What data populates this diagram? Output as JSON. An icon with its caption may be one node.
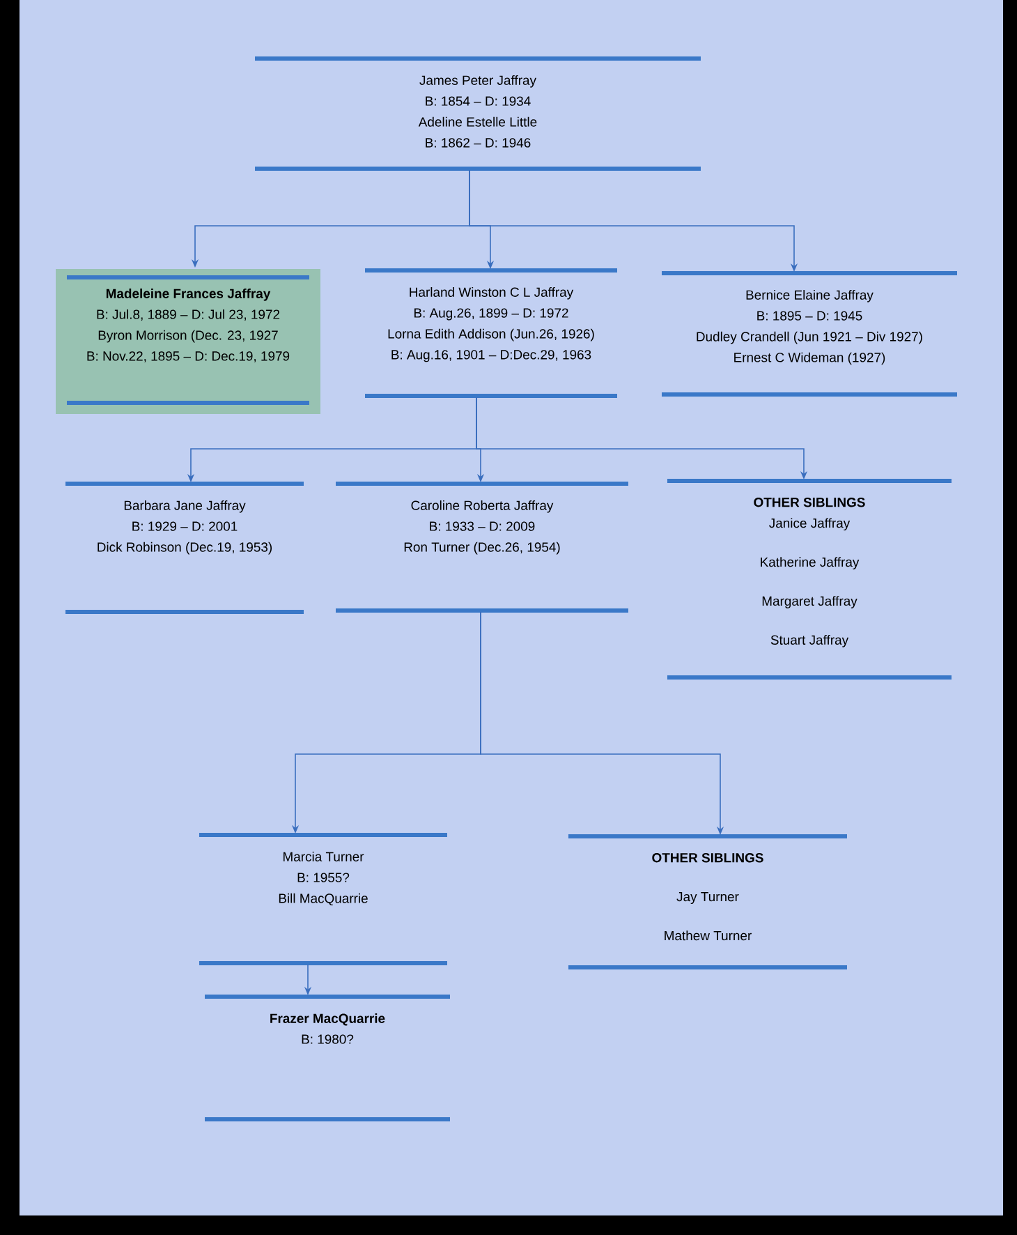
{
  "diagram": {
    "nodes": [
      {
        "text": [
          "James Peter Jaffray",
          "B: 1854 – D: 1934",
          "Adeline Estelle Little",
          "B: 1862 – D: 1946"
        ]
      },
      {
        "text": [
          "Madeleine Frances Jaffray",
          "B: Jul.8, 1889 – D: Jul 23, 1972",
          "Byron Morrison (Dec. 23, 1927",
          "B: Nov.22, 1895 – D: Dec.19, 1979"
        ]
      },
      {
        "text": [
          "Harland Winston C L Jaffray",
          "B: Aug.26, 1899 – D: 1972",
          "Lorna Edith Addison (Jun.26, 1926)",
          "B: Aug.16, 1901 – D:Dec.29, 1963"
        ]
      },
      {
        "text": [
          "Bernice Elaine Jaffray",
          "B: 1895 – D: 1945",
          "Dudley Crandell (Jun 1921 – Div 1927)",
          "Ernest C Wideman (1927)"
        ]
      },
      {
        "text": [
          "Barbara Jane Jaffray",
          "B: 1929 – D: 2001",
          "Dick Robinson (Dec.19, 1953)"
        ]
      },
      {
        "text": [
          "Caroline Roberta Jaffray",
          "B: 1933 – D: 2009",
          "Ron Turner (Dec.26, 1954)"
        ]
      },
      {
        "text": [
          "OTHER SIBLINGS",
          "Janice Jaffray",
          "Katherine Jaffray",
          "Margaret Jaffray",
          "Stuart Jaffray"
        ]
      },
      {
        "text": [
          "Marcia Turner",
          "B: 1955?",
          "Bill MacQuarrie"
        ]
      },
      {
        "text": [
          "OTHER SIBLINGS",
          "Jay Turner",
          "Mathew Turner"
        ]
      },
      {
        "text": [
          "Frazer MacQuarrie",
          "B: 1980?"
        ]
      }
    ],
    "edges": [
      {
        "from": 0,
        "to": 1,
        "arrow": "to"
      },
      {
        "from": 0,
        "to": 2,
        "arrow": "to"
      },
      {
        "from": 0,
        "to": 3,
        "arrow": "to"
      },
      {
        "from": 2,
        "to": 4,
        "arrow": "to"
      },
      {
        "from": 2,
        "to": 5,
        "arrow": "to"
      },
      {
        "from": 2,
        "to": 6,
        "arrow": "to"
      },
      {
        "from": 5,
        "to": 7,
        "arrow": "to"
      },
      {
        "from": 5,
        "to": 8,
        "arrow": "to"
      },
      {
        "from": 7,
        "to": 9,
        "arrow": "to"
      }
    ]
  }
}
